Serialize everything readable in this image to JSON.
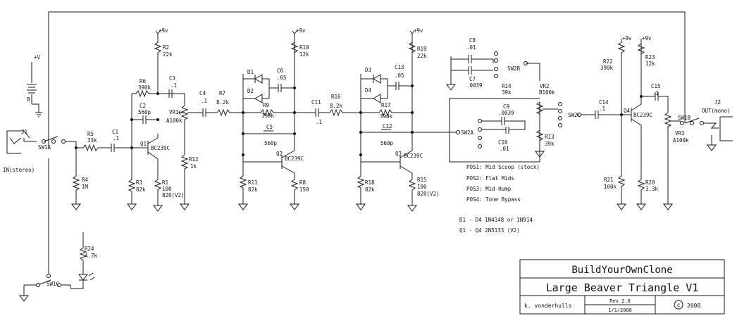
{
  "title_block": {
    "site": "BuildYourOwnClone",
    "project": "Large Beaver Triangle V1",
    "author": "k. vonderhulls",
    "rev": "Rev 2.0",
    "date": "1/1/2008",
    "copyright_symbol": "c",
    "year": "2008"
  },
  "notes": {
    "pos1": "POS1:  Mid Scoop (stock)",
    "pos2": "POS2:  Flat Mids",
    "pos3": "POS3:  Mid Hump",
    "pos4": "POS4:  Tone Bypass",
    "diodes": "D1 - D4 1N4148 or 1N914",
    "transistors": "Q1 - Q4 2N5133 (V2)"
  },
  "labels": {
    "vplus": "+V",
    "v9": "+9v",
    "batt": "B",
    "j1": "J1",
    "in": "IN(stereo)",
    "j2": "J2",
    "out": "OUT(mono)",
    "sw1a": "SW1A",
    "sw1b": "SW1B",
    "sw1c": "SW1C",
    "sw2a": "SW2A",
    "sw2b": "SW2B",
    "sw2c": "SW2C",
    "r1": "R1",
    "r1v": "100",
    "r1v2": "820(V2)",
    "r2": "R2",
    "r2v": "22k",
    "r3": "R3",
    "r3v": "82k",
    "r4": "R4",
    "r4v": "1M",
    "r5": "R5",
    "r5v": "33k",
    "r6": "R6",
    "r6v": "390k",
    "r7": "R7",
    "r7v": "8.2k",
    "r8": "R8",
    "r8v": "150",
    "r9": "R9",
    "r9v": "390k",
    "r10": "R10",
    "r10v": "12k",
    "r11": "R11",
    "r11v": "82k",
    "r12": "R12",
    "r12v": "1k",
    "r13": "R13",
    "r13v": "39k",
    "r14": "R14",
    "r14v": "39k",
    "r15": "R15",
    "r15v": "100",
    "r15v2": "820(V2)",
    "r16": "R16",
    "r16v": "8.2k",
    "r17": "R17",
    "r17v": "390k",
    "r18": "R18",
    "r18v": "82k",
    "r19": "R19",
    "r19v": "22k",
    "r20": "R20",
    "r20v": "3.3k",
    "r21": "R21",
    "r21v": "100k",
    "r22": "R22",
    "r22v": "390k",
    "r23": "R23",
    "r23v": "12k",
    "r24": "R24",
    "r24v": "4.7k",
    "c1": "C1",
    "c1v": ".1",
    "c2": "C2",
    "c2v": "560p",
    "c3": "C3",
    "c3v": ".1",
    "c4": "C4",
    "c4v": ".1",
    "c5": "C5",
    "c5v": "560p",
    "c6": "C6",
    "c6v": ".05",
    "c7": "C7",
    "c7v": ".0039",
    "c8": "C8",
    "c8v": ".01",
    "c9": "C9",
    "c9v": ".0039",
    "c10": "C10",
    "c10v": ".01",
    "c11": "C11",
    "c11v": ".1",
    "c12": "C12",
    "c12v": "560p",
    "c13": "C13",
    "c13v": ".05",
    "c14": "C14",
    "c14v": ".1",
    "c15": "C15",
    "c15v": ".1",
    "q1": "Q1",
    "q1t": "BC239C",
    "q2": "Q2",
    "q2t": "BC239C",
    "q3": "Q3",
    "q3t": "BC239C",
    "q4": "Q4",
    "q4t": "BC239C",
    "d1": "D1",
    "d2": "D2",
    "d3": "D3",
    "d4": "D4",
    "vr1": "VR1",
    "vr1v": "A100k",
    "vr2": "VR2",
    "vr2v": "B100k",
    "vr3": "VR3",
    "vr3v": "A100k"
  }
}
